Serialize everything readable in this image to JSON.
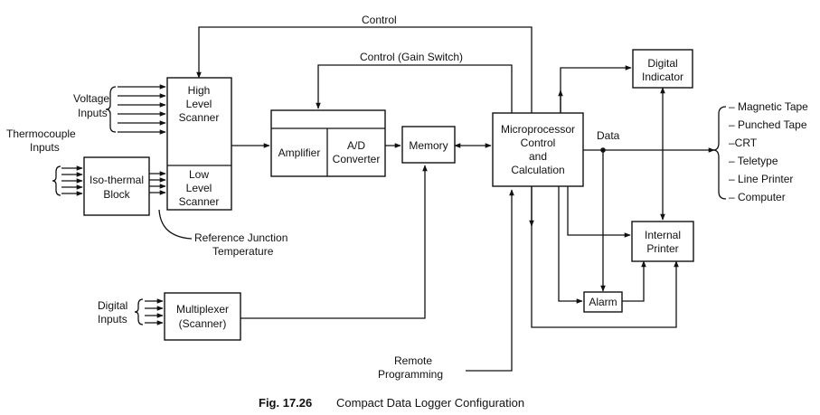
{
  "labels": {
    "control": "Control",
    "control_gain": "Control (Gain Switch)",
    "voltage_inputs": [
      "Voltage",
      "Inputs"
    ],
    "thermocouple_inputs": [
      "Thermocouple",
      "Inputs"
    ],
    "digital_inputs": [
      "Digital",
      "Inputs"
    ],
    "reference_junction": [
      "Reference Junction",
      "Temperature"
    ],
    "remote_programming": [
      "Remote",
      "Programming"
    ],
    "data": "Data"
  },
  "blocks": {
    "high_level_scanner": [
      "High",
      "Level",
      "Scanner"
    ],
    "low_level_scanner": [
      "Low",
      "Level",
      "Scanner"
    ],
    "iso_thermal_block": [
      "Iso-thermal",
      "Block"
    ],
    "amplifier": "Amplifier",
    "ad_converter": [
      "A/D",
      "Converter"
    ],
    "memory": "Memory",
    "microprocessor": [
      "Microprocessor",
      "Control",
      "and",
      "Calculation"
    ],
    "digital_indicator": [
      "Digital",
      "Indicator"
    ],
    "internal_printer": [
      "Internal",
      "Printer"
    ],
    "alarm": "Alarm",
    "multiplexer": [
      "Multiplexer",
      "(Scanner)"
    ]
  },
  "outputs": [
    "– Magnetic Tape",
    "– Punched Tape",
    "–CRT",
    "– Teletype",
    "– Line Printer",
    "– Computer"
  ],
  "caption": {
    "figure": "Fig. 17.26",
    "title": "Compact Data Logger Configuration"
  }
}
